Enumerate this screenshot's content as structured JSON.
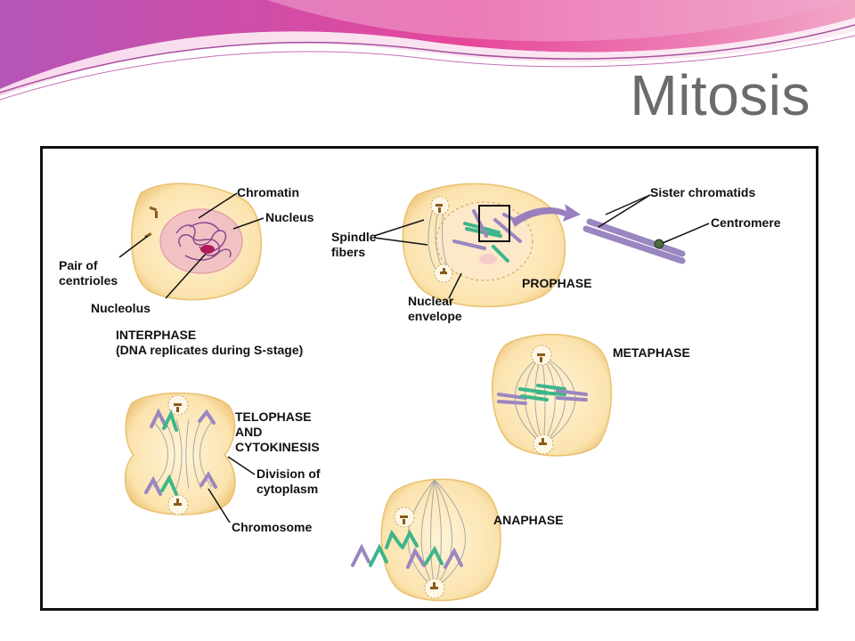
{
  "slide": {
    "title": "Mitosis"
  },
  "colors": {
    "cell_fill": "#fbe3ae",
    "cell_edge": "#e9c16f",
    "nucleus": "#f1c2c4",
    "chromatin": "#8a3f8c",
    "nucleolus": "#b01a5a",
    "chromosome_purple": "#9a86c0",
    "chromosome_green": "#3fb58a",
    "centriole": "#8a5a1a",
    "fiber": "#a7a7a7",
    "arrow": "#9a7fbe",
    "banner_pink": "#e9408a",
    "banner_purple": "#b455b8"
  },
  "diagram": {
    "interphase": {
      "labels": {
        "chromatin": "Chromatin",
        "nucleus": "Nucleus",
        "centrioles": [
          "Pair of",
          "centrioles"
        ],
        "nucleolus": "Nucleolus"
      },
      "caption": [
        "INTERPHASE",
        "(DNA replicates during S-stage)"
      ]
    },
    "prophase": {
      "labels": {
        "spindle_fibers": [
          "Spindle",
          "fibers"
        ],
        "nuclear_envelope": [
          "Nuclear",
          "envelope"
        ],
        "sister_chromatids": "Sister chromatids",
        "centromere": "Centromere"
      },
      "caption": "PROPHASE"
    },
    "metaphase": {
      "caption": "METAPHASE"
    },
    "anaphase": {
      "caption": "ANAPHASE"
    },
    "telophase": {
      "caption": [
        "TELOPHASE",
        "AND",
        "CYTOKINESIS"
      ],
      "labels": {
        "division": [
          "Division of",
          "cytoplasm"
        ],
        "chromosome": "Chromosome"
      }
    }
  }
}
